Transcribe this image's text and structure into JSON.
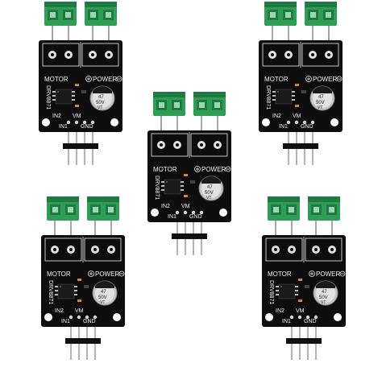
{
  "colors": {
    "background": "#ffffff",
    "pcb": "#0d0d0d",
    "terminal_green": "#2e9e57",
    "terminal_dark": "#1f7a41",
    "silkscreen": "#f2f2f2",
    "pin_metal": "#c9c9c9",
    "pin_plastic": "#111111"
  },
  "board_labels": {
    "motor": "MOTOR",
    "power": "POWER",
    "chip": "DRV8871",
    "in1": "IN1",
    "in2": "IN2",
    "gnd": "GND",
    "vm": "VM",
    "cap_value": "47",
    "cap_voltage": "50V",
    "cap_code": "VT"
  },
  "boards": [
    {
      "id": "top-left"
    },
    {
      "id": "top-right"
    },
    {
      "id": "center"
    },
    {
      "id": "bottom-left"
    },
    {
      "id": "bottom-right"
    }
  ]
}
